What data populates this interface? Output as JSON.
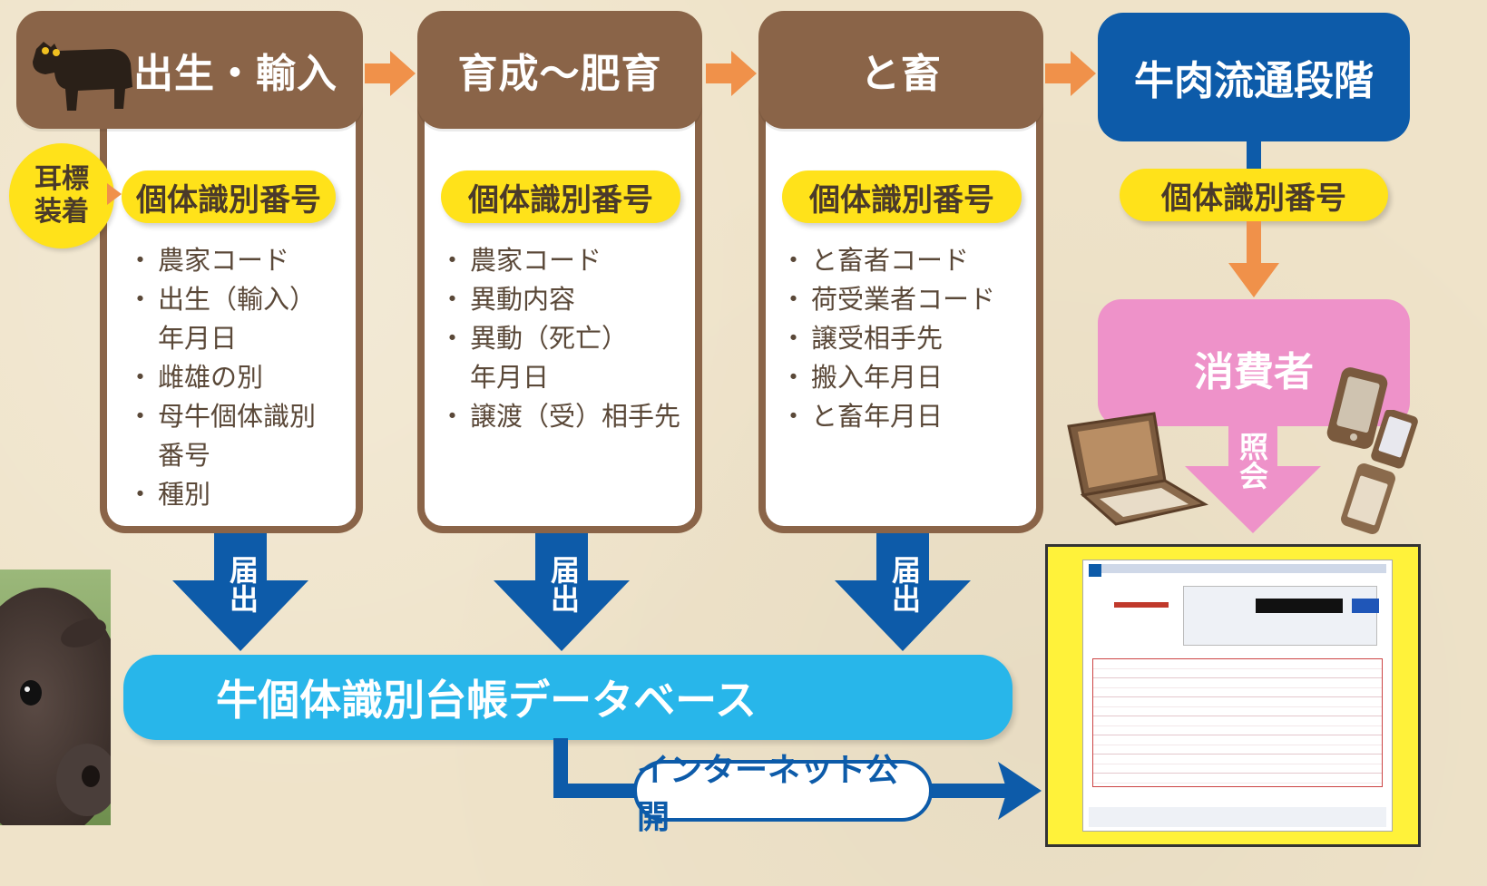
{
  "stages": [
    {
      "title": "出生・輸入",
      "tag": "個体識別番号",
      "items": [
        "農家コード",
        "出生（輸入）",
        "年月日",
        "雌雄の別",
        "母牛個体識別",
        "番号",
        "種別"
      ]
    },
    {
      "title": "育成～肥育",
      "tag": "個体識別番号",
      "items": [
        "農家コード",
        "異動内容",
        "異動（死亡）",
        "年月日",
        "譲渡（受）相手先"
      ]
    },
    {
      "title": "と畜",
      "tag": "個体識別番号",
      "items": [
        "と畜者コード",
        "荷受業者コード",
        "譲受相手先",
        "搬入年月日",
        "と畜年月日"
      ]
    }
  ],
  "ear_tag": {
    "line1": "耳標",
    "line2": "装着"
  },
  "distribution": {
    "title": "牛肉流通段階",
    "tag": "個体識別番号"
  },
  "consumer": {
    "label": "消費者",
    "inquiry": "照会"
  },
  "report_label": "届出",
  "database": "牛個体識別台帳データベース",
  "internet": "インターネット公開",
  "colors": {
    "brown": "#8a6448",
    "yellow": "#ffe21a",
    "blue": "#0d5ba9",
    "cyan": "#28b6ea",
    "pink": "#ee92c9",
    "orange": "#f0914a"
  }
}
